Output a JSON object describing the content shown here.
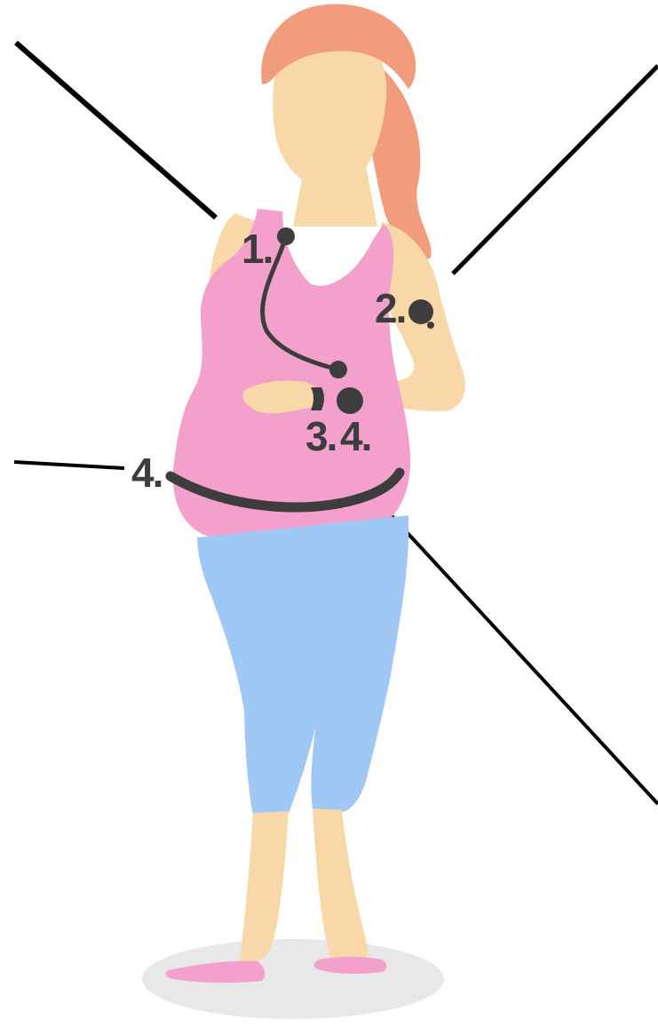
{
  "labels": {
    "chest": "1.",
    "arm": "2.",
    "wrist_band": "3.",
    "wrist_watch": "4.",
    "belly_belt": "4."
  },
  "colors": {
    "background": "#ffffff",
    "hair": "#f19c7c",
    "skin": "#f8d8a8",
    "top": "#f4a0cc",
    "pants": "#a0c8f4",
    "shoes": "#f4a0cc",
    "floor_shadow": "#e8e8e8",
    "device": "#3d3d3d",
    "leader_line": "#000000",
    "label_text": "#3d3d3d"
  }
}
